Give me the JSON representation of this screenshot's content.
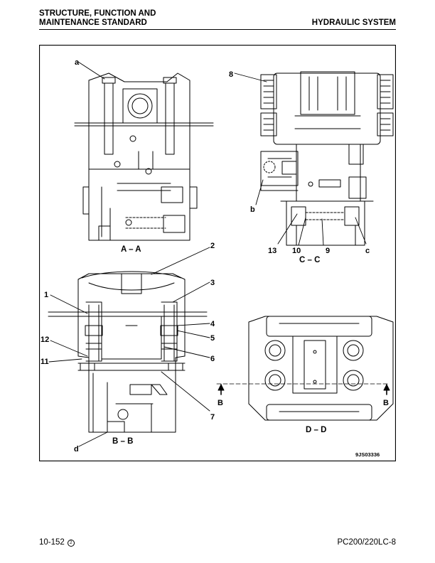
{
  "header": {
    "left_line1": "STRUCTURE, FUNCTION AND",
    "left_line2": "MAINTENANCE STANDARD",
    "right": "HYDRAULIC SYSTEM"
  },
  "figure": {
    "sections": {
      "aa": "A – A",
      "bb": "B – B",
      "cc": "C – C",
      "dd": "D – D"
    },
    "callouts": {
      "a": "a",
      "b": "b",
      "c": "c",
      "d": "d",
      "n1": "1",
      "n2": "2",
      "n3": "3",
      "n4": "4",
      "n5": "5",
      "n6": "6",
      "n7": "7",
      "n8": "8",
      "n9": "9",
      "n10": "10",
      "n11": "11",
      "n12": "12",
      "n13": "13"
    },
    "cut_marks": {
      "left": "B",
      "right": "B"
    },
    "drawing_code": "9JS03336"
  },
  "footer": {
    "page": "10-152",
    "revision_mark": "2",
    "model": "PC200/220LC-8"
  }
}
